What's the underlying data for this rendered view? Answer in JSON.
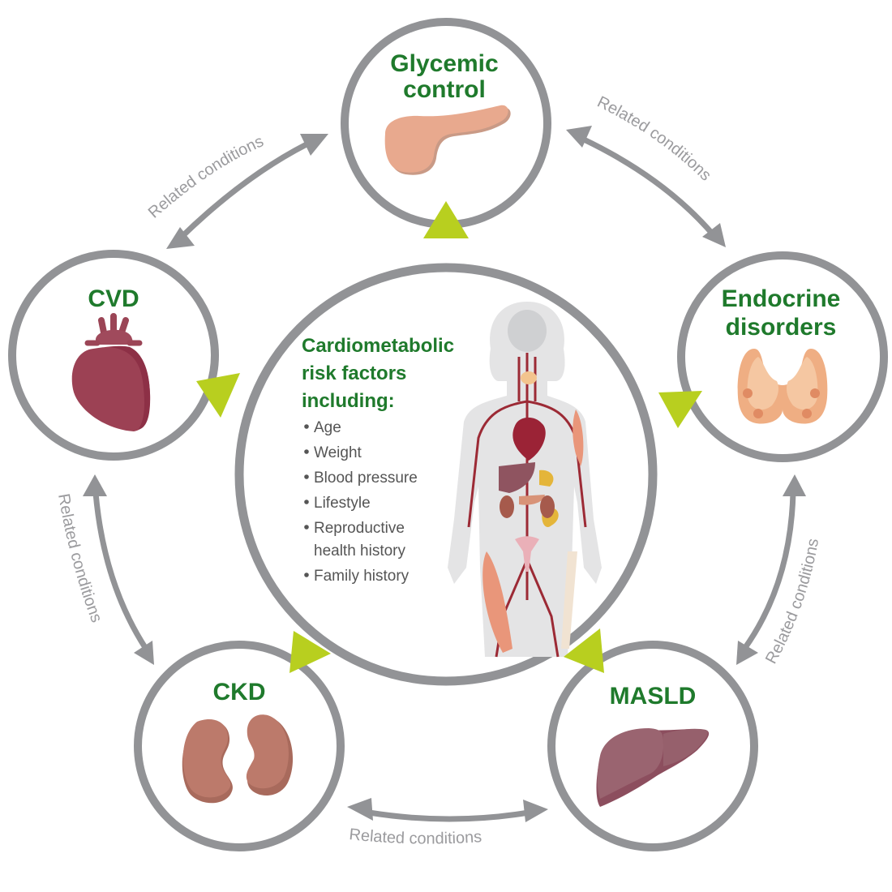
{
  "center": {
    "title_lines": [
      "Cardiometabolic",
      "risk factors",
      "including:"
    ],
    "bullets": [
      [
        "Age"
      ],
      [
        "Weight"
      ],
      [
        "Blood pressure"
      ],
      [
        "Lifestyle"
      ],
      [
        "Reproductive",
        "health history"
      ],
      [
        "Family history"
      ]
    ],
    "illustration": "female-body-anatomy-icon"
  },
  "nodes": [
    {
      "id": "glycemic",
      "title_lines": [
        "Glycemic",
        "control"
      ],
      "icon": "pancreas-icon"
    },
    {
      "id": "endocrine",
      "title_lines": [
        "Endocrine",
        "disorders"
      ],
      "icon": "thyroid-icon"
    },
    {
      "id": "masld",
      "title_lines": [
        "MASLD"
      ],
      "icon": "liver-icon"
    },
    {
      "id": "ckd",
      "title_lines": [
        "CKD"
      ],
      "icon": "kidneys-icon"
    },
    {
      "id": "cvd",
      "title_lines": [
        "CVD"
      ],
      "icon": "heart-icon"
    }
  ],
  "links": [
    {
      "from": "cvd",
      "to": "glycemic",
      "label": "Related conditions"
    },
    {
      "from": "glycemic",
      "to": "endocrine",
      "label": "Related conditions"
    },
    {
      "from": "endocrine",
      "to": "masld",
      "label": "Related conditions"
    },
    {
      "from": "ckd",
      "to": "masld",
      "label": "Related conditions"
    },
    {
      "from": "cvd",
      "to": "ckd",
      "label": "Related conditions"
    }
  ],
  "colors": {
    "title_green": "#1f7a2c",
    "ring_gray": "#929396",
    "accent_lime": "#b8cf1f",
    "text_gray": "#555555"
  }
}
